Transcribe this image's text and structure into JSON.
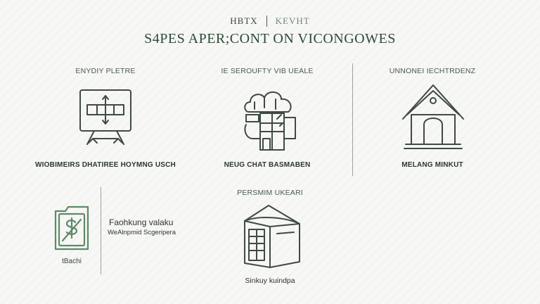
{
  "header": {
    "brand_left": "HBTX",
    "brand_right": "KEVHT",
    "headline": "S4PES APER;CONT ON VICONGOWES"
  },
  "items": [
    {
      "label": "ENYDIY PLETRE",
      "caption": "WIOBIMEIRS DHATIREE HOYMNG USCH",
      "icon": "swap-arrows-frame-icon"
    },
    {
      "label": "IE SEROUFTY VIB UEALE",
      "caption": "NEUG CHAT BASMABEN",
      "icon": "tree-building-icon"
    },
    {
      "label": "UNNONEI IECHTRDENZ",
      "caption": "MELANG MINKUT",
      "icon": "house-icon"
    },
    {
      "label": "PERSMIM UKEARI",
      "caption": "Sinkuy kuindpa",
      "icon": "storage-shed-icon"
    }
  ],
  "finance": {
    "icon": "dollar-document-icon",
    "icon_label": "tBachi",
    "title": "Faohkung valaku",
    "subtitle": "WeAlnpmid Scgeripera"
  },
  "colors": {
    "accent": "#5e8a66",
    "icon_stroke": "#3f4a43",
    "divider": "#9aa39c"
  }
}
